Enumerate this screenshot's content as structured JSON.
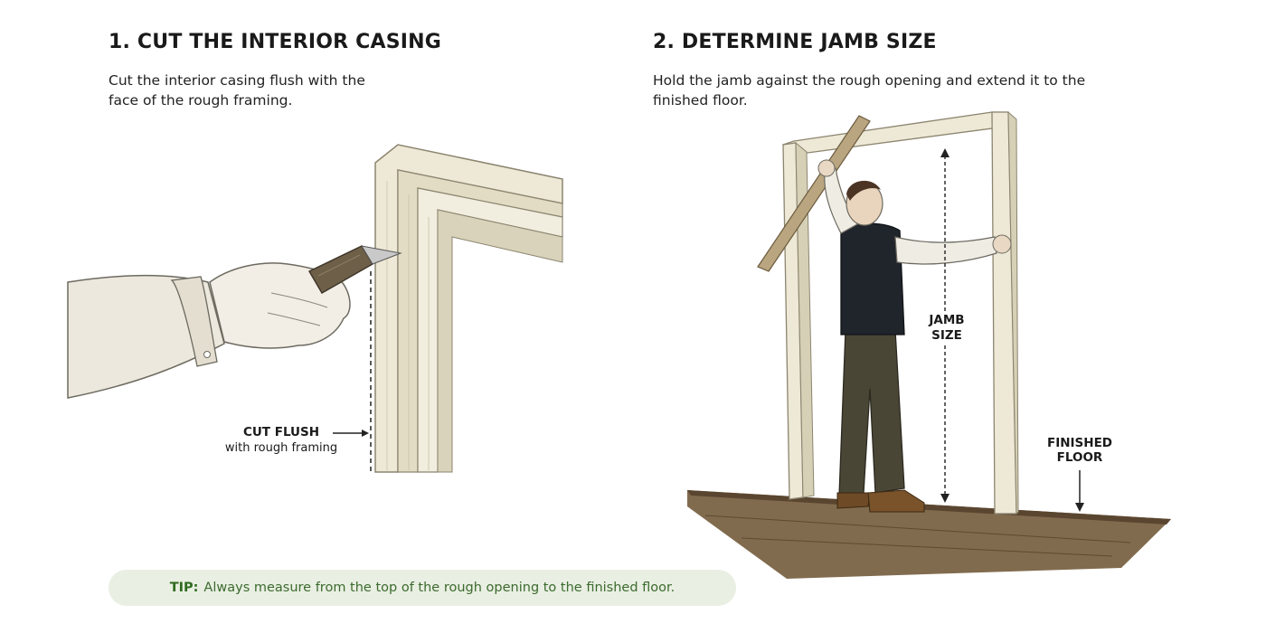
{
  "steps": [
    {
      "title": "1. CUT THE INTERIOR CASING",
      "description": "Cut the interior casing flush with the face of the rough framing.",
      "callout_title": "CUT FLUSH",
      "callout_sub": "with rough framing"
    },
    {
      "title": "2. DETERMINE JAMB SIZE",
      "description": "Hold the jamb against the rough opening and extend it to the finished floor.",
      "jamb_label_line1": "JAMB",
      "jamb_label_line2": "SIZE",
      "floor_label_line1": "FINISHED",
      "floor_label_line2": "FLOOR"
    }
  ],
  "tip": {
    "label": "TIP:",
    "text": "Always measure from the top of the rough opening to the finished floor."
  },
  "colors": {
    "wood_light": "#ede9d6",
    "wood_shadow": "#d6d0b6",
    "floor": "#6b5538",
    "tip_bg": "#e9efe2",
    "tip_text": "#3c6a2f"
  },
  "icons": [
    "utility-knife-icon",
    "hand-icon",
    "worker-figure-icon",
    "arrow-icon"
  ]
}
